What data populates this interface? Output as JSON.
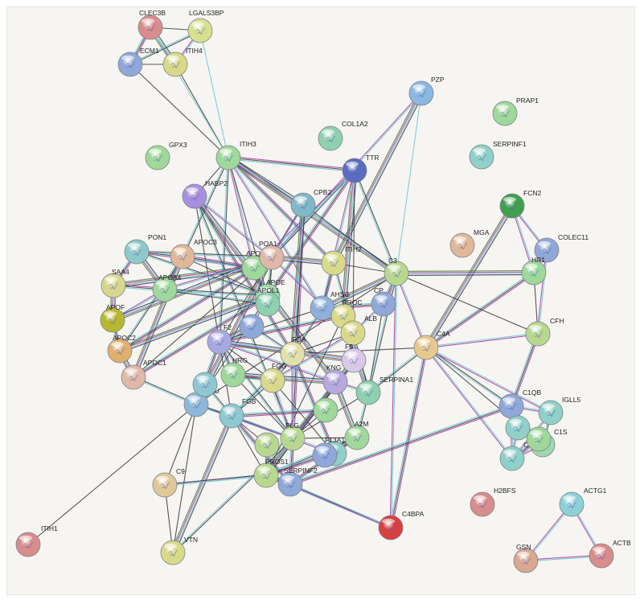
{
  "network": {
    "nodes": [
      {
        "id": "CLEC3B",
        "label": "CLEC3B",
        "color": "#d98c8c"
      },
      {
        "id": "LGALS3BP",
        "label": "LGALS3BP",
        "color": "#d7e08e"
      },
      {
        "id": "ECM1",
        "label": "ECM1",
        "color": "#8fa8d8"
      },
      {
        "id": "ITIH4",
        "label": "ITIH4",
        "color": "#d9d98a"
      },
      {
        "id": "PZP",
        "label": "PZP",
        "color": "#8ab8e0"
      },
      {
        "id": "PRAP1",
        "label": "PRAP1",
        "color": "#9fd89a"
      },
      {
        "id": "COL1A2",
        "label": "COL1A2",
        "color": "#8fd0b0"
      },
      {
        "id": "GPX3",
        "label": "GPX3",
        "color": "#9fd89a"
      },
      {
        "id": "ITIH3",
        "label": "ITIH3",
        "color": "#9fd89a"
      },
      {
        "id": "SERPINF1",
        "label": "SERPINF1",
        "color": "#8fd0c8"
      },
      {
        "id": "TTR",
        "label": "TTR",
        "color": "#5a6cc0"
      },
      {
        "id": "HABP2",
        "label": "HABP2",
        "color": "#a78fe0"
      },
      {
        "id": "CPB2",
        "label": "CPB2",
        "color": "#7fb8c8"
      },
      {
        "id": "FCN2",
        "label": "FCN2",
        "color": "#3fa050"
      },
      {
        "id": "MGA",
        "label": "MGA",
        "color": "#e0b898"
      },
      {
        "id": "COLEC11",
        "label": "COLEC11",
        "color": "#8fa8d8"
      },
      {
        "id": "HR1",
        "label": "HR1",
        "color": "#9fd89a"
      },
      {
        "id": "PON1",
        "label": "PON1",
        "color": "#8fc8c8"
      },
      {
        "id": "APOC3",
        "label": "APOC3",
        "color": "#e0b898"
      },
      {
        "id": "APOA2",
        "label": "APOA2",
        "color": "#9fd89a"
      },
      {
        "id": "APOA1",
        "label": "POA1",
        "color": "#e0b8a8"
      },
      {
        "id": "ITIH2",
        "label": "ITIH2",
        "color": "#d9d98a"
      },
      {
        "id": "C3",
        "label": "C3",
        "color": "#b8d890"
      },
      {
        "id": "SAA4",
        "label": "SAA4",
        "color": "#d7d88e"
      },
      {
        "id": "APOA4",
        "label": "APOA4",
        "color": "#9fd89a"
      },
      {
        "id": "APOE",
        "label": "APOE",
        "color": "#9fd8a8"
      },
      {
        "id": "CP",
        "label": "CP",
        "color": "#8fa8d8"
      },
      {
        "id": "AHSG",
        "label": "AHSG",
        "color": "#8fb0d8"
      },
      {
        "id": "APOF",
        "label": "APOF",
        "color": "#b8b830"
      },
      {
        "id": "APOL1",
        "label": "APOL1",
        "color": "#8fd0b0"
      },
      {
        "id": "PROC",
        "label": "PROC",
        "color": "#d9d98a"
      },
      {
        "id": "CFH",
        "label": "CFH",
        "color": "#b8d890"
      },
      {
        "id": "C4A",
        "label": "C4A",
        "color": "#e8c890"
      },
      {
        "id": "APOC2",
        "label": "APOC2",
        "color": "#e0b070"
      },
      {
        "id": "F2",
        "label": "F2",
        "color": "#a8a8e0"
      },
      {
        "id": "APOC1",
        "label": "APOC1",
        "color": "#e0b8a8"
      },
      {
        "id": "FGA",
        "label": "FGA",
        "color": "#e0e0a8"
      },
      {
        "id": "ALB",
        "label": "ALB",
        "color": "#d9d98a"
      },
      {
        "id": "HRG",
        "label": "HRG",
        "color": "#9fd89a"
      },
      {
        "id": "FGG",
        "label": "FGG",
        "color": "#d9d98a"
      },
      {
        "id": "F5",
        "label": "F5",
        "color": "#d9c8e8"
      },
      {
        "id": "CLU",
        "label": "CLU",
        "color": "#8fb8d8"
      },
      {
        "id": "FGB",
        "label": "FGB",
        "color": "#8fc8d0"
      },
      {
        "id": "SERPINA1",
        "label": "SERPINA1",
        "color": "#8fd0b0"
      },
      {
        "id": "KNG",
        "label": "KNG",
        "color": "#b8a8e0"
      },
      {
        "id": "C1QB",
        "label": "C1QB",
        "color": "#8fa8d8"
      },
      {
        "id": "IGLL5",
        "label": "IGLL5",
        "color": "#8fd0c8"
      },
      {
        "id": "PLG",
        "label": "PLG",
        "color": "#b8d890"
      },
      {
        "id": "A2M",
        "label": "A2M",
        "color": "#9fd89a"
      },
      {
        "id": "C1S",
        "label": "C1S",
        "color": "#9fd8b0"
      },
      {
        "id": "C1R",
        "label": "C1R",
        "color": "#8fd0c8"
      },
      {
        "id": "PROS1",
        "label": "PROS1",
        "color": "#b8d890"
      },
      {
        "id": "F13A1",
        "label": "F13A1",
        "color": "#8fd0c8"
      },
      {
        "id": "SERPINF2",
        "label": "SERPINF2",
        "color": "#8fa8d8"
      },
      {
        "id": "C9",
        "label": "C9",
        "color": "#e0c898"
      },
      {
        "id": "H2BFS",
        "label": "H2BFS",
        "color": "#d98c8c"
      },
      {
        "id": "ACTG1",
        "label": "ACTG1",
        "color": "#8fd0d8"
      },
      {
        "id": "C4BPA",
        "label": "C4BPA",
        "color": "#d84040"
      },
      {
        "id": "ITIH1",
        "label": "ITIH1",
        "color": "#d98c8c"
      },
      {
        "id": "ACTB",
        "label": "ACTB",
        "color": "#d98c8c"
      },
      {
        "id": "GSN",
        "label": "GSN",
        "color": "#d8a890"
      },
      {
        "id": "VTN",
        "label": "VTN",
        "color": "#d9d98a"
      },
      {
        "id": "U1",
        "label": "",
        "color": "#8fa8d8"
      },
      {
        "id": "U2",
        "label": "",
        "color": "#9fd89a"
      },
      {
        "id": "U3",
        "label": "",
        "color": "#8fc8d0"
      },
      {
        "id": "U4",
        "label": "",
        "color": "#b8d890"
      },
      {
        "id": "U5",
        "label": "",
        "color": "#8fa8d8"
      },
      {
        "id": "U6",
        "label": "",
        "color": "#8fd0c8"
      },
      {
        "id": "U7",
        "label": "",
        "color": "#9fd89a"
      }
    ],
    "edges": [
      [
        "CLEC3B",
        "LGALS3BP"
      ],
      [
        "CLEC3B",
        "ECM1"
      ],
      [
        "CLEC3B",
        "ITIH4"
      ],
      [
        "LGALS3BP",
        "ECM1"
      ],
      [
        "LGALS3BP",
        "ITIH4"
      ],
      [
        "ECM1",
        "ITIH4"
      ],
      [
        "ECM1",
        "ITIH3"
      ],
      [
        "ITIH4",
        "ITIH3"
      ],
      [
        "CLEC3B",
        "ITIH3"
      ],
      [
        "LGALS3BP",
        "ITIH3"
      ],
      [
        "ITIH3",
        "HABP2"
      ],
      [
        "ITIH3",
        "TTR"
      ],
      [
        "ITIH3",
        "CPB2"
      ],
      [
        "ITIH3",
        "APOC3"
      ],
      [
        "ITIH3",
        "APOA2"
      ],
      [
        "ITIH3",
        "APOE"
      ],
      [
        "ITIH3",
        "ITIH2"
      ],
      [
        "ITIH3",
        "C3"
      ],
      [
        "ITIH3",
        "F2"
      ],
      [
        "ITIH3",
        "AHSG"
      ],
      [
        "PZP",
        "APOA1"
      ],
      [
        "PZP",
        "C3"
      ],
      [
        "PZP",
        "ITIH2"
      ],
      [
        "TTR",
        "APOA1"
      ],
      [
        "TTR",
        "APOA2"
      ],
      [
        "TTR",
        "ALB"
      ],
      [
        "TTR",
        "APOE"
      ],
      [
        "TTR",
        "PROC"
      ],
      [
        "TTR",
        "C3"
      ],
      [
        "TTR",
        "AHSG"
      ],
      [
        "HABP2",
        "F2"
      ],
      [
        "HABP2",
        "FGA"
      ],
      [
        "HABP2",
        "KNG"
      ],
      [
        "HABP2",
        "PLG"
      ],
      [
        "HABP2",
        "APOA1"
      ],
      [
        "CPB2",
        "F2"
      ],
      [
        "CPB2",
        "PLG"
      ],
      [
        "CPB2",
        "FGA"
      ],
      [
        "CPB2",
        "C3"
      ],
      [
        "CPB2",
        "APOA1"
      ],
      [
        "FCN2",
        "COLEC11"
      ],
      [
        "FCN2",
        "HR1"
      ],
      [
        "FCN2",
        "C4A"
      ],
      [
        "COLEC11",
        "HR1"
      ],
      [
        "COLEC11",
        "CFH"
      ],
      [
        "HR1",
        "CFH"
      ],
      [
        "HR1",
        "C4A"
      ],
      [
        "HR1",
        "C3"
      ],
      [
        "PON1",
        "APOA1"
      ],
      [
        "PON1",
        "APOA2"
      ],
      [
        "PON1",
        "APOC3"
      ],
      [
        "PON1",
        "SAA4"
      ],
      [
        "PON1",
        "APOA4"
      ],
      [
        "PON1",
        "APOE"
      ],
      [
        "APOC3",
        "APOA4"
      ],
      [
        "APOC3",
        "APOE"
      ],
      [
        "APOC3",
        "APOA2"
      ],
      [
        "APOC3",
        "APOC1"
      ],
      [
        "APOC3",
        "APOC2"
      ],
      [
        "APOA2",
        "APOE"
      ],
      [
        "APOA2",
        "APOA1"
      ],
      [
        "APOA2",
        "APOL1"
      ],
      [
        "APOA2",
        "SAA4"
      ],
      [
        "APOA1",
        "APOE"
      ],
      [
        "APOA1",
        "APOA4"
      ],
      [
        "APOA1",
        "APOC1"
      ],
      [
        "APOA1",
        "APOC2"
      ],
      [
        "APOA1",
        "CLU"
      ],
      [
        "APOA1",
        "APOL1"
      ],
      [
        "APOA1",
        "ALB"
      ],
      [
        "ITIH2",
        "C3"
      ],
      [
        "ITIH2",
        "AHSG"
      ],
      [
        "ITIH2",
        "APOA1"
      ],
      [
        "ITIH2",
        "ALB"
      ],
      [
        "C3",
        "C4A"
      ],
      [
        "C3",
        "CFH"
      ],
      [
        "C3",
        "CP"
      ],
      [
        "C3",
        "AHSG"
      ],
      [
        "C3",
        "SERPINA1"
      ],
      [
        "C3",
        "C4BPA"
      ],
      [
        "C3",
        "CLU"
      ],
      [
        "SAA4",
        "APOA4"
      ],
      [
        "SAA4",
        "APOF"
      ],
      [
        "APOA4",
        "APOE"
      ],
      [
        "APOA4",
        "APOF"
      ],
      [
        "APOE",
        "CLU"
      ],
      [
        "APOE",
        "APOC1"
      ],
      [
        "APOE",
        "APOC2"
      ],
      [
        "APOE",
        "APOL1"
      ],
      [
        "CP",
        "ALB"
      ],
      [
        "CP",
        "SERPINA1"
      ],
      [
        "CP",
        "AHSG"
      ],
      [
        "AHSG",
        "ALB"
      ],
      [
        "AHSG",
        "FGA"
      ],
      [
        "AHSG",
        "PROC"
      ],
      [
        "AHSG",
        "F2"
      ],
      [
        "APOF",
        "APOC2"
      ],
      [
        "APOF",
        "APOA1"
      ],
      [
        "APOL1",
        "APOA4"
      ],
      [
        "PROC",
        "F5"
      ],
      [
        "PROC",
        "PROS1"
      ],
      [
        "PROC",
        "F2"
      ],
      [
        "PROC",
        "SERPINA1"
      ],
      [
        "C4A",
        "C1QB"
      ],
      [
        "C4A",
        "C1R"
      ],
      [
        "C4A",
        "C1S"
      ],
      [
        "C4A",
        "C4BPA"
      ],
      [
        "C4A",
        "CFH"
      ],
      [
        "C4A",
        "SERPINA1"
      ],
      [
        "C4A",
        "IGLL5"
      ],
      [
        "C4A",
        "FGA"
      ],
      [
        "CFH",
        "C1QB"
      ],
      [
        "APOC2",
        "APOC1"
      ],
      [
        "APOC1",
        "CLU"
      ],
      [
        "F2",
        "FGA"
      ],
      [
        "F2",
        "FGG"
      ],
      [
        "F2",
        "HRG"
      ],
      [
        "F2",
        "F5"
      ],
      [
        "F2",
        "PLG"
      ],
      [
        "F2",
        "KNG"
      ],
      [
        "F2",
        "FGB"
      ],
      [
        "F2",
        "CLU"
      ],
      [
        "FGA",
        "FGG"
      ],
      [
        "FGA",
        "FGB"
      ],
      [
        "FGA",
        "PLG"
      ],
      [
        "FGA",
        "ALB"
      ],
      [
        "FGA",
        "F13A1"
      ],
      [
        "ALB",
        "F5"
      ],
      [
        "ALB",
        "SERPINA1"
      ],
      [
        "ALB",
        "FGG"
      ],
      [
        "HRG",
        "PLG"
      ],
      [
        "HRG",
        "FGG"
      ],
      [
        "HRG",
        "KNG"
      ],
      [
        "FGG",
        "FGB"
      ],
      [
        "FGG",
        "PLG"
      ],
      [
        "FGG",
        "F13A1"
      ],
      [
        "F5",
        "KNG"
      ],
      [
        "F5",
        "PLG"
      ],
      [
        "F5",
        "PROS1"
      ],
      [
        "CLU",
        "FGB"
      ],
      [
        "CLU",
        "C9"
      ],
      [
        "CLU",
        "VTN"
      ],
      [
        "CLU",
        "ITIH1"
      ],
      [
        "CLU",
        "PLG"
      ],
      [
        "FGB",
        "PLG"
      ],
      [
        "FGB",
        "PROS1"
      ],
      [
        "FGB",
        "SERPINF2"
      ],
      [
        "FGB",
        "VTN"
      ],
      [
        "SERPINA1",
        "A2M"
      ],
      [
        "SERPINA1",
        "KNG"
      ],
      [
        "SERPINA1",
        "PLG"
      ],
      [
        "KNG",
        "PLG"
      ],
      [
        "KNG",
        "A2M"
      ],
      [
        "C1QB",
        "IGLL5"
      ],
      [
        "C1QB",
        "C1R"
      ],
      [
        "C1QB",
        "C1S"
      ],
      [
        "C1QB",
        "SERPINF2"
      ],
      [
        "C1R",
        "C1S"
      ],
      [
        "IGLL5",
        "C1S"
      ],
      [
        "C1R",
        "IGLL5"
      ],
      [
        "PLG",
        "A2M"
      ],
      [
        "PLG",
        "SERPINF2"
      ],
      [
        "PLG",
        "PROS1"
      ],
      [
        "PLG",
        "VTN"
      ],
      [
        "PLG",
        "F13A1"
      ],
      [
        "A2M",
        "F13A1"
      ],
      [
        "A2M",
        "PROS1"
      ],
      [
        "PROS1",
        "SERPINF2"
      ],
      [
        "PROS1",
        "C4BPA"
      ],
      [
        "PROS1",
        "C9"
      ],
      [
        "SERPINF2",
        "C4BPA"
      ],
      [
        "SERPINF2",
        "F13A1"
      ],
      [
        "C9",
        "VTN"
      ],
      [
        "C9",
        "PROS1"
      ],
      [
        "ACTG1",
        "ACTB"
      ],
      [
        "ACTG1",
        "GSN"
      ],
      [
        "ACTB",
        "GSN"
      ],
      [
        "U1",
        "F2"
      ],
      [
        "U1",
        "FGA"
      ],
      [
        "U1",
        "APOE"
      ],
      [
        "U2",
        "PLG"
      ],
      [
        "U2",
        "FGB"
      ],
      [
        "U3",
        "CLU"
      ],
      [
        "U3",
        "FGB"
      ],
      [
        "U4",
        "PROS1"
      ],
      [
        "U4",
        "FGB"
      ],
      [
        "U5",
        "PROS1"
      ],
      [
        "U5",
        "A2M"
      ],
      [
        "U6",
        "C1QB"
      ],
      [
        "U6",
        "C1R"
      ],
      [
        "U7",
        "C1S"
      ],
      [
        "U7",
        "C1R"
      ]
    ]
  }
}
